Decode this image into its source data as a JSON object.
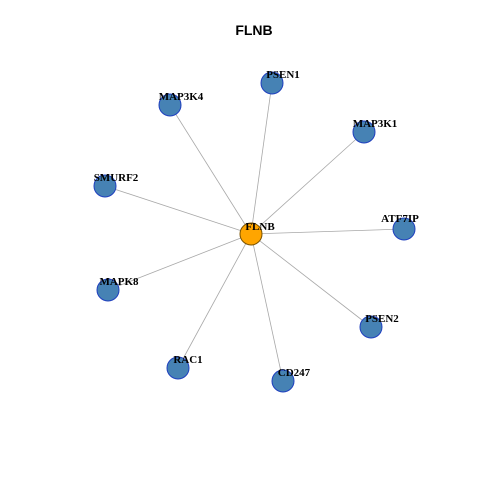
{
  "title": "FLNB",
  "colors": {
    "hub_fill": "#FFA500",
    "hub_stroke": "#7A5200",
    "node_fill": "#4682B4",
    "node_stroke": "#1F3FBF",
    "edge": "#A8A8A8"
  },
  "graph": {
    "hub": "FLNB",
    "nodes": [
      {
        "id": "FLNB",
        "label": "FLNB",
        "role": "hub"
      },
      {
        "id": "PSEN1",
        "label": "PSEN1",
        "role": "neighbor"
      },
      {
        "id": "MAP3K1",
        "label": "MAP3K1",
        "role": "neighbor"
      },
      {
        "id": "ATF7IP",
        "label": "ATF7IP",
        "role": "neighbor"
      },
      {
        "id": "PSEN2",
        "label": "PSEN2",
        "role": "neighbor"
      },
      {
        "id": "CD247",
        "label": "CD247",
        "role": "neighbor"
      },
      {
        "id": "RAC1",
        "label": "RAC1",
        "role": "neighbor"
      },
      {
        "id": "MAPK8",
        "label": "MAPK8",
        "role": "neighbor"
      },
      {
        "id": "SMURF2",
        "label": "SMURF2",
        "role": "neighbor"
      },
      {
        "id": "MAP3K4",
        "label": "MAP3K4",
        "role": "neighbor"
      }
    ],
    "edges": [
      {
        "source": "FLNB",
        "target": "PSEN1"
      },
      {
        "source": "FLNB",
        "target": "MAP3K1"
      },
      {
        "source": "FLNB",
        "target": "ATF7IP"
      },
      {
        "source": "FLNB",
        "target": "PSEN2"
      },
      {
        "source": "FLNB",
        "target": "CD247"
      },
      {
        "source": "FLNB",
        "target": "RAC1"
      },
      {
        "source": "FLNB",
        "target": "MAPK8"
      },
      {
        "source": "FLNB",
        "target": "SMURF2"
      },
      {
        "source": "FLNB",
        "target": "MAP3K4"
      }
    ]
  }
}
